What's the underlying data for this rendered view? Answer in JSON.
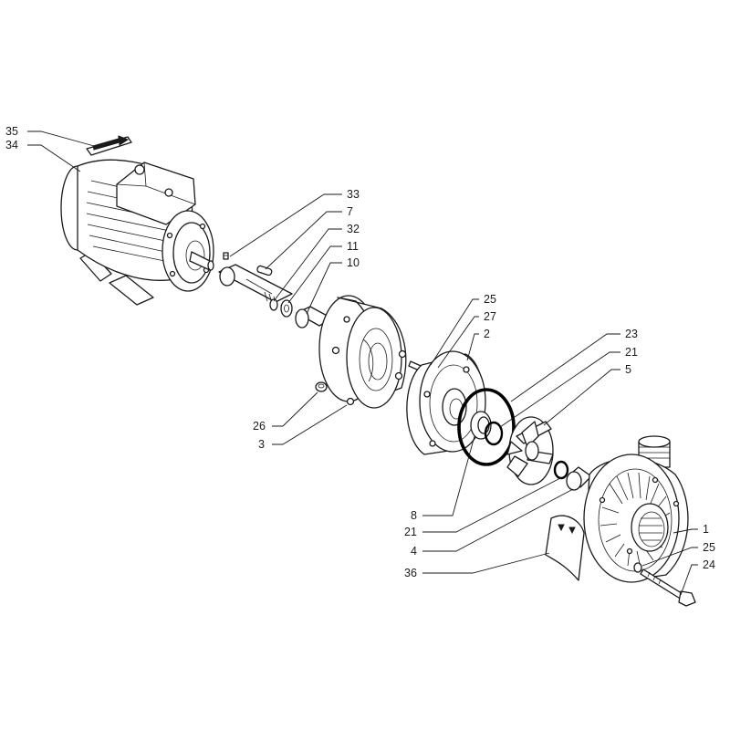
{
  "callouts": {
    "c35": "35",
    "c34": "34",
    "c33": "33",
    "c7": "7",
    "c32": "32",
    "c11": "11",
    "c10": "10",
    "c25a": "25",
    "c27": "27",
    "c2": "2",
    "c23": "23",
    "c21a": "21",
    "c5": "5",
    "c26": "26",
    "c3": "3",
    "c8": "8",
    "c21b": "21",
    "c4": "4",
    "c36": "36",
    "c1": "1",
    "c25b": "25",
    "c24": "24"
  },
  "colors": {
    "line": "#1a1a1a",
    "background": "#ffffff",
    "oring": "#000000"
  }
}
